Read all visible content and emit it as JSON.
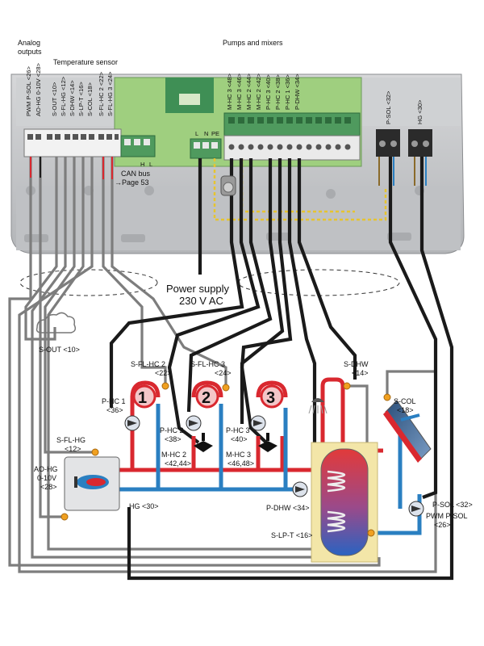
{
  "headers": {
    "analog": [
      "Analog",
      "outputs"
    ],
    "temp_sensor": "Temperature sensor",
    "pumps_mixers": "Pumps and mixers"
  },
  "analog_terms": [
    "PWM P-SOL <26>",
    "AO-HG 0-10V <28>"
  ],
  "temp_terms": [
    "S-OUT <10>",
    "S-FL-HG <12>",
    "S-DHW <14>",
    "S-LP-T <16>",
    "S-COL <18>",
    "S-FL-HC 2 <22>",
    "S-FL-HG 3 <24>"
  ],
  "pump_terms": [
    "M-HC 3 <48>",
    "M-HC 3 <46>",
    "M-HC 2 <44>",
    "M-HC 2 <42>",
    "P-HC 3 <40>",
    "P-HC 2 <38>",
    "P-HC 1 <36>",
    "P-DHW <34>"
  ],
  "psol_term": "P-SOL <32>",
  "hg_term": "HG <30>",
  "terminal_letters": {
    "L": "L",
    "N": "N",
    "PE": "PE",
    "H": "H",
    "L2": "L"
  },
  "can_bus": [
    "CAN bus",
    "→Page 53"
  ],
  "power": [
    "Power supply",
    "230 V AC"
  ],
  "s_out": "S-OUT <10>",
  "circuits": [
    "1",
    "2",
    "3"
  ],
  "labels": {
    "s_fl_hc2": [
      "S-FL-HC 2",
      "<22>"
    ],
    "s_fl_hc3": [
      "S-FL-HC 3",
      "<24>"
    ],
    "s_dhw": [
      "S-DHW",
      "<14>"
    ],
    "s_col": [
      "S-COL",
      "<18>"
    ],
    "p_hc1": [
      "P-HC 1",
      "<36>"
    ],
    "p_hc2": [
      "P-HC 2",
      "<38>"
    ],
    "m_hc2": [
      "M-HC 2",
      "<42,44>"
    ],
    "p_hc3": [
      "P-HC 3",
      "<40>"
    ],
    "m_hc3": [
      "M-HC 3",
      "<46,48>"
    ],
    "s_fl_hg": [
      "S-FL-HG",
      "<12>"
    ],
    "ao_hg": [
      "AO-HG",
      "0-10V",
      "<28>"
    ],
    "hg": "HG <30>",
    "p_dhw": "P-DHW <34>",
    "s_lp_t": "S-LP-T <16>",
    "p_sol": "P-SOL <32>",
    "pwm_p_sol": [
      "PWM P-SOL",
      "<26>"
    ]
  },
  "colors": {
    "supply": "#d9282f",
    "return": "#2a7fc1",
    "housing": "#c8c9cb",
    "terminal_green": "#4f9a5e",
    "cable": "#1a1a1a",
    "cable_grey": "#8a8a8a",
    "sensor": "#f0a020",
    "tank_frame": "#f3e6a8"
  }
}
